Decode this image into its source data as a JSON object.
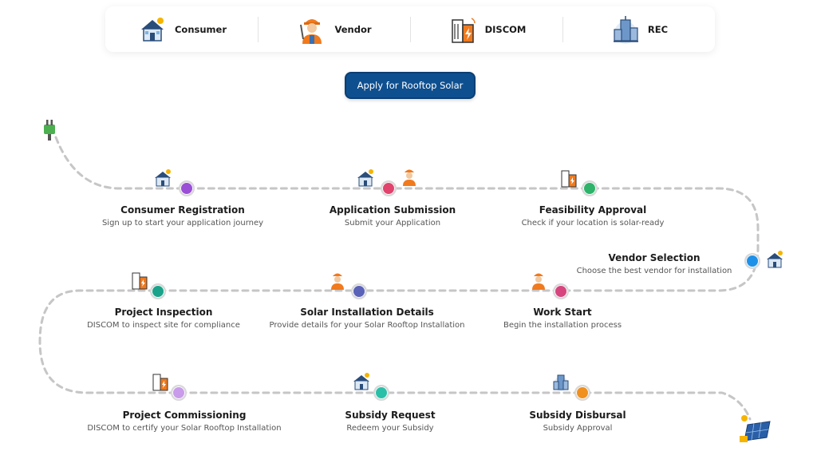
{
  "tabs": [
    {
      "label": "Consumer",
      "icon": "house-solar-icon"
    },
    {
      "label": "Vendor",
      "icon": "worker-icon"
    },
    {
      "label": "DISCOM",
      "icon": "building-power-icon"
    },
    {
      "label": "REC",
      "icon": "city-icon"
    }
  ],
  "apply_button": "Apply for Rooftop Solar",
  "steps": [
    {
      "title": "Consumer Registration",
      "desc": "Sign up to start your application journey",
      "color": "#9a4fd6"
    },
    {
      "title": "Application Submission",
      "desc": "Submit your Application",
      "color": "#e0436d"
    },
    {
      "title": "Feasibility Approval",
      "desc": "Check if your location is solar-ready",
      "color": "#2fb36a"
    },
    {
      "title": "Vendor Selection",
      "desc": "Choose the best vendor for installation",
      "color": "#1e90e8"
    },
    {
      "title": "Work Start",
      "desc": "Begin the installation process",
      "color": "#d6457e"
    },
    {
      "title": "Solar Installation Details",
      "desc": "Provide details for your Solar Rooftop Installation",
      "color": "#5a63b8"
    },
    {
      "title": "Project Inspection",
      "desc": "DISCOM to inspect site for compliance",
      "color": "#1aa38a"
    },
    {
      "title": "Project Commissioning",
      "desc": "DISCOM to certify your Solar Rooftop Installation",
      "color": "#c99bea"
    },
    {
      "title": "Subsidy Request",
      "desc": "Redeem your Subsidy",
      "color": "#2bbfa8"
    },
    {
      "title": "Subsidy Disbursal",
      "desc": "Subsidy Approval",
      "color": "#f0901e"
    }
  ]
}
